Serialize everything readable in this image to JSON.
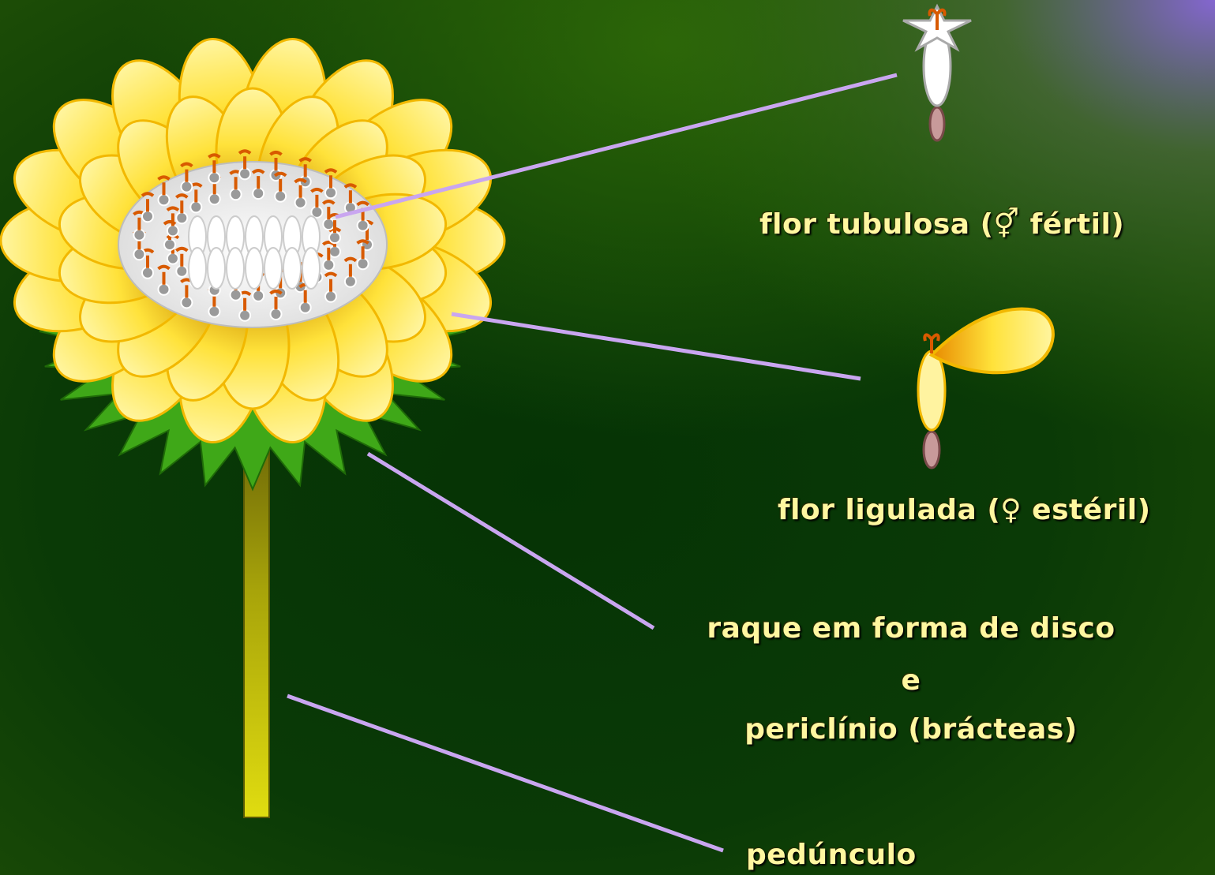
{
  "labels": {
    "tubular": "flor tubulosa (⚥ fértil)",
    "ligulate": "flor ligulada (♀ estéril)",
    "receptacle_line1": "raque em forma de disco",
    "receptacle_line2": "e",
    "receptacle_line3": "periclínio (brácteas)",
    "peduncle": "pedúnculo"
  },
  "colors": {
    "background_dark": "#053005",
    "background_mid": "#2c6a08",
    "background_corner": "#7a68c8",
    "petal_yellow": "#ffe84a",
    "petal_light": "#fff7b0",
    "petal_outline": "#f2b800",
    "bract_green": "#3fa818",
    "stamen_orange": "#d85a00",
    "leader_line": "#c9a6f0",
    "stem": "#c9c40a",
    "label_text": "#fff7a0"
  }
}
